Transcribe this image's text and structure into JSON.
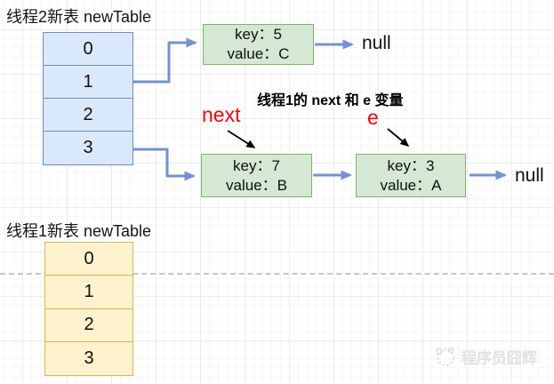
{
  "thread2_table": {
    "label": "线程2新表 newTable",
    "cells": [
      "0",
      "1",
      "2",
      "3"
    ]
  },
  "thread1_table": {
    "label": "线程1新表 newTable",
    "cells": [
      "0",
      "1",
      "2",
      "3"
    ]
  },
  "nodes": [
    {
      "key": "key：5",
      "value": "value：C"
    },
    {
      "key": "key：7",
      "value": "value：B"
    },
    {
      "key": "key：3",
      "value": "value：A"
    }
  ],
  "nulls": {
    "top": "null",
    "bottom": "null"
  },
  "annotation": {
    "title": "线程1的 next 和 e 变量",
    "next_label": "next",
    "e_label": "e"
  },
  "watermark": {
    "text": "程序员囧辉"
  },
  "colors": {
    "table2_fill": "#dae8fc",
    "table2_border": "#6c8ebf",
    "node_fill": "#d5e8d4",
    "node_border": "#82b366",
    "table1_fill": "#fff2cc",
    "table1_border": "#d6b656",
    "arrow_blue": "#7491d6",
    "pointer_red": "#fb0200"
  }
}
